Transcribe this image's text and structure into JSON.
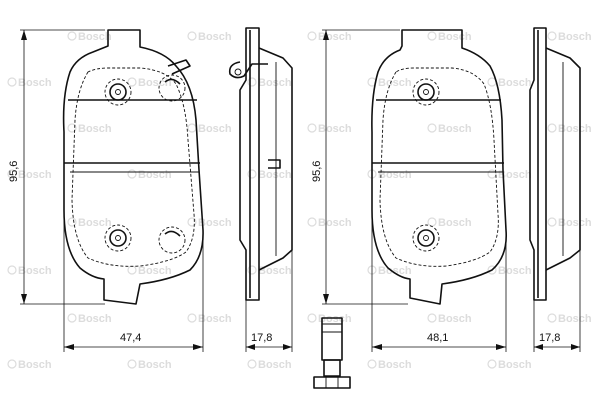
{
  "watermark": "Bosch",
  "dimensions": {
    "pad1_width": "47,4",
    "pad1_height": "95,6",
    "pad1_thickness": "17,8",
    "pad2_width": "48,1",
    "pad2_height": "95,6",
    "pad2_thickness": "17,8"
  }
}
